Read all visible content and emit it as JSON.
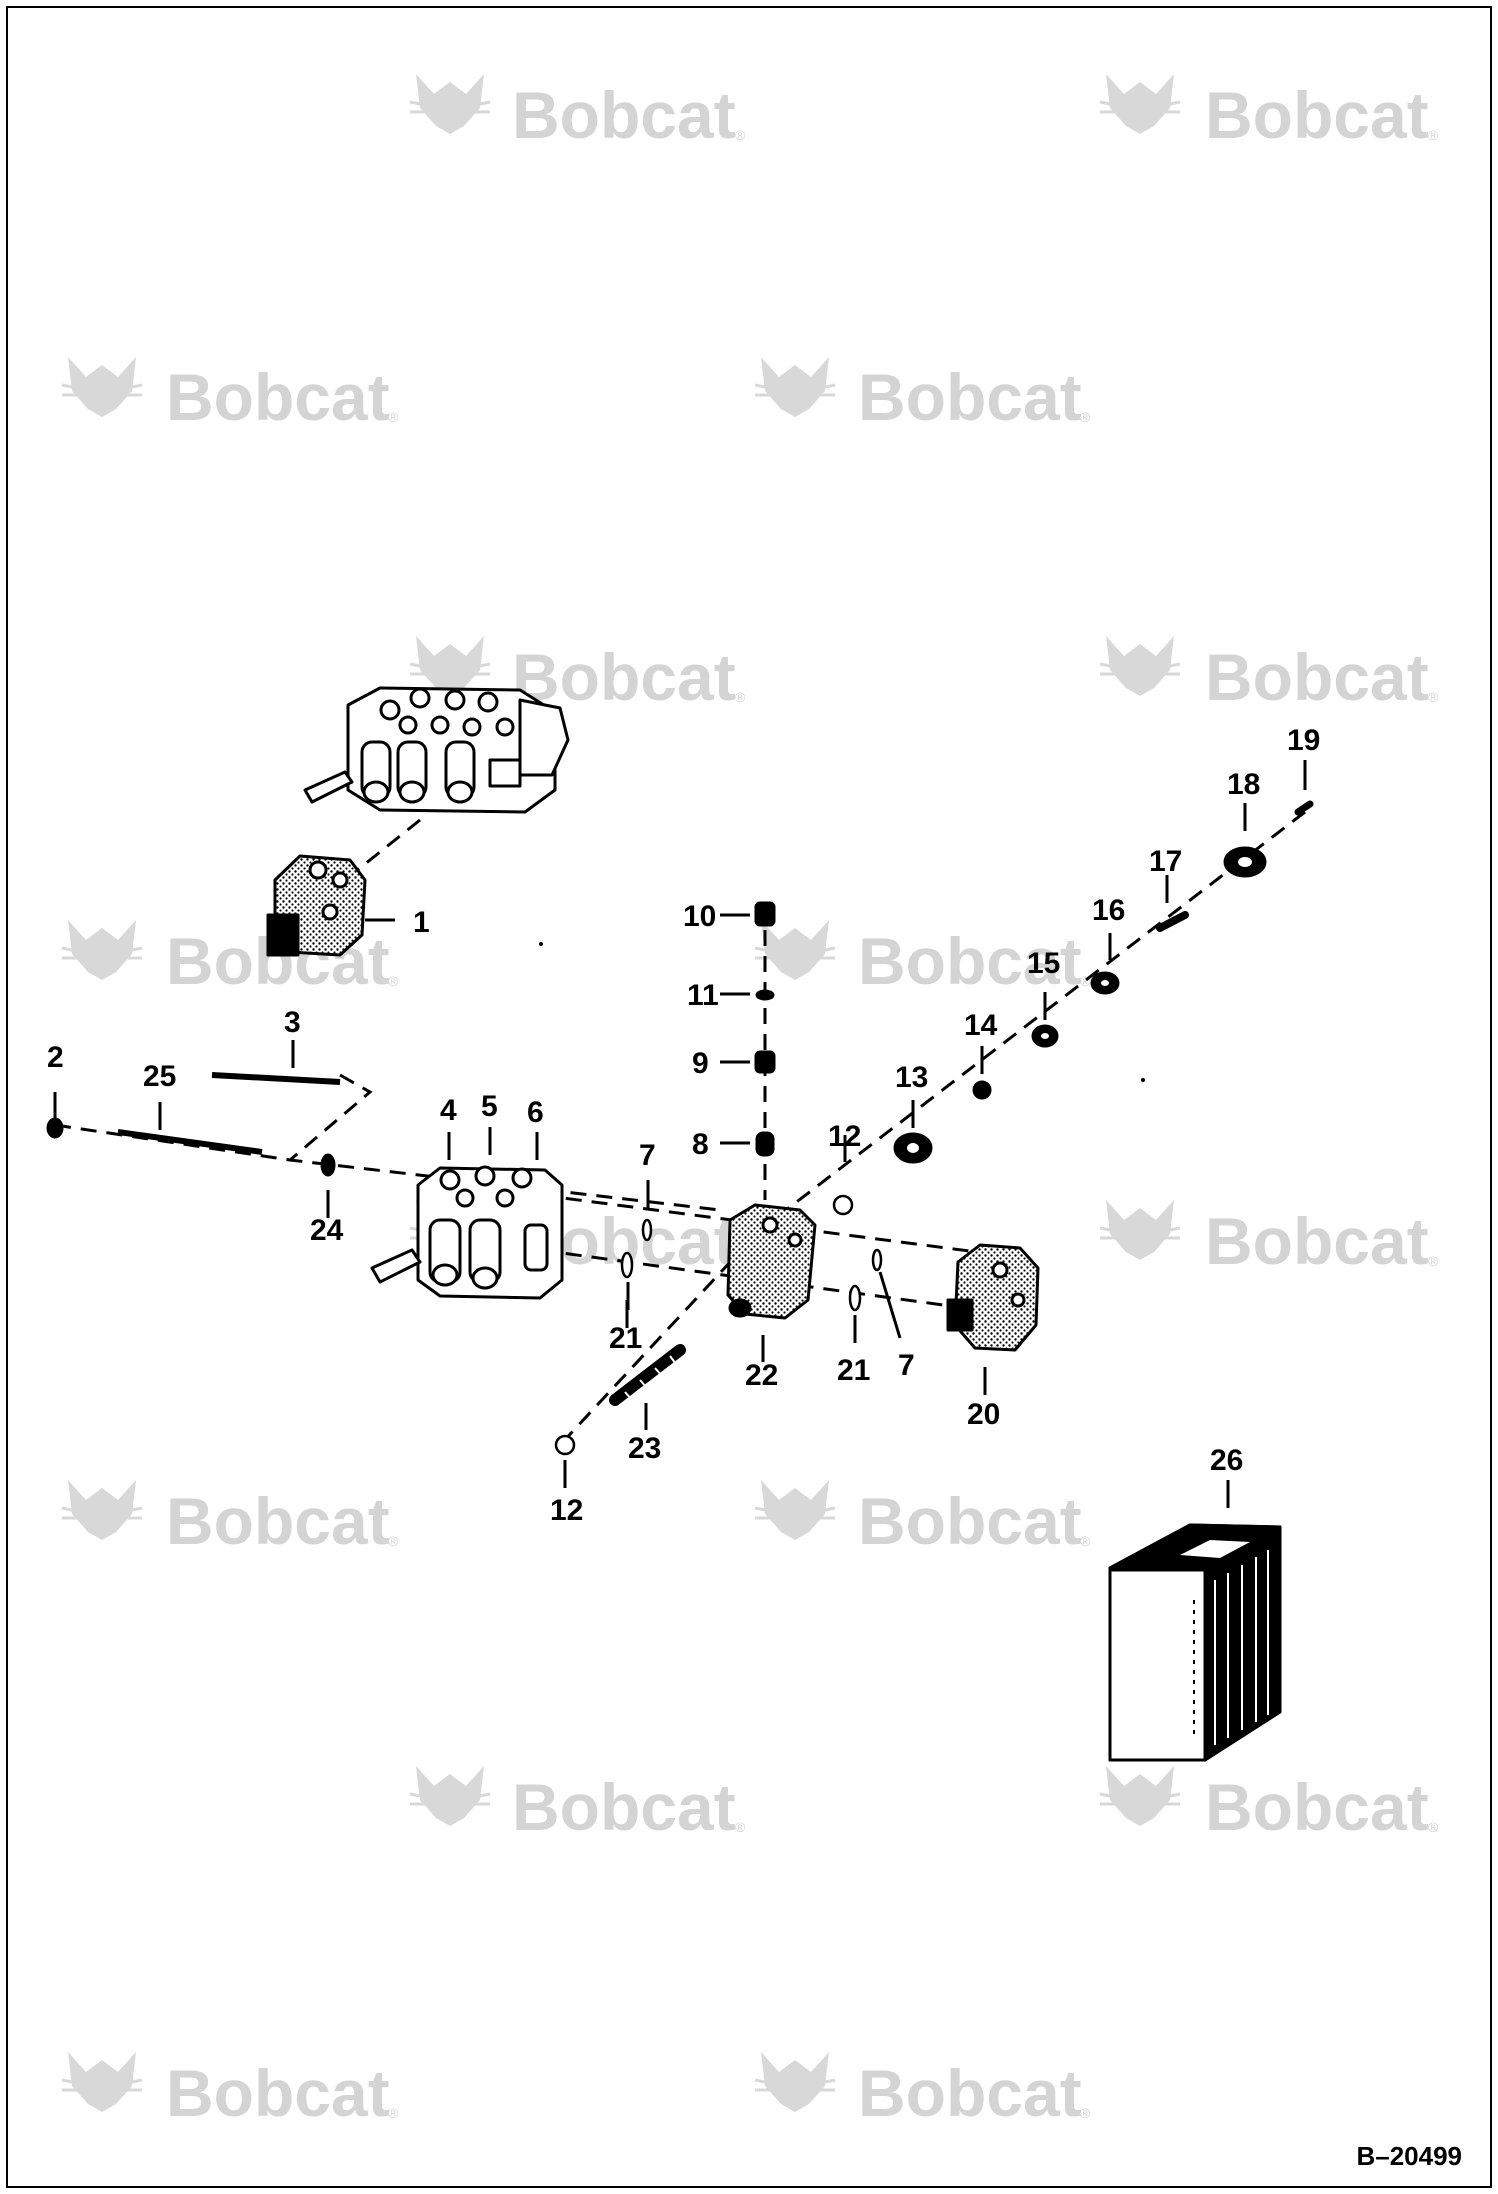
{
  "watermark": {
    "brand": "Bobcat",
    "reg_mark": "®"
  },
  "reference_code": "B–20499",
  "callouts": {
    "c1": "1",
    "c2": "2",
    "c3": "3",
    "c4": "4",
    "c5": "5",
    "c6": "6",
    "c7a": "7",
    "c7b": "7",
    "c8": "8",
    "c9": "9",
    "c10": "10",
    "c11": "11",
    "c12a": "12",
    "c12b": "12",
    "c13": "13",
    "c14": "14",
    "c15": "15",
    "c16": "16",
    "c17": "17",
    "c18": "18",
    "c19": "19",
    "c20": "20",
    "c21a": "21",
    "c21b": "21",
    "c22": "22",
    "c23": "23",
    "c24": "24",
    "c25": "25",
    "c26": "26"
  }
}
